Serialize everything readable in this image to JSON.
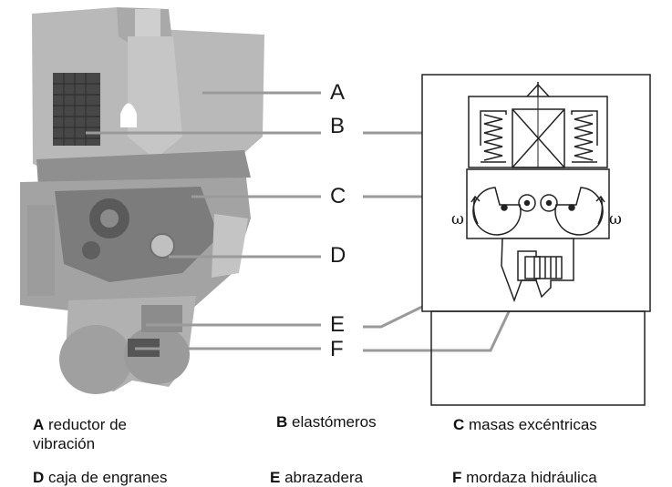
{
  "callouts": [
    {
      "letter": "A"
    },
    {
      "letter": "B"
    },
    {
      "letter": "C"
    },
    {
      "letter": "D"
    },
    {
      "letter": "E"
    },
    {
      "letter": "F"
    }
  ],
  "schematic": {
    "rotation_symbol": "ω"
  },
  "legend": [
    {
      "letter": "A",
      "text": "reductor de vibración"
    },
    {
      "letter": "B",
      "text": "elastómeros"
    },
    {
      "letter": "C",
      "text": "masas excéntricas"
    },
    {
      "letter": "D",
      "text": "caja de engranes"
    },
    {
      "letter": "E",
      "text": "abrazadera"
    },
    {
      "letter": "F",
      "text": "mordaza hidráulica"
    }
  ],
  "colors": {
    "leader_line": "#9a9a9a",
    "machine_body": "#b7b7b7",
    "machine_dark": "#4a4a4a",
    "schematic_line": "#222222"
  }
}
